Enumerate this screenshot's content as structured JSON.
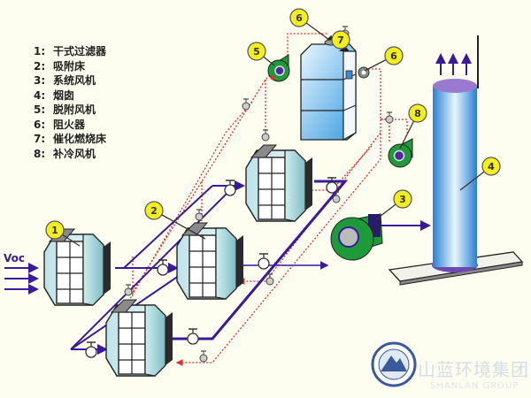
{
  "legend": {
    "items": [
      {
        "num": "1:",
        "label": "干式过滤器"
      },
      {
        "num": "2:",
        "label": "吸附床"
      },
      {
        "num": "3:",
        "label": "系统风机"
      },
      {
        "num": "4:",
        "label": "烟囱"
      },
      {
        "num": "5:",
        "label": "脱附风机"
      },
      {
        "num": "6:",
        "label": "阻火器"
      },
      {
        "num": "7:",
        "label": "催化燃烧床"
      },
      {
        "num": "8:",
        "label": "补冷风机"
      }
    ]
  },
  "inlet_label": "Voc",
  "badges": {
    "b1": "1",
    "b2": "2",
    "b3": "3",
    "b4": "4",
    "b5": "5",
    "b6a": "6",
    "b6b": "6",
    "b7": "7",
    "b8": "8"
  },
  "colors": {
    "background": "#fdfdf0",
    "main_flow": "#3a1a9a",
    "desorption_flow": "#e03030",
    "badge": "#f2ee20",
    "fan": "#1e9a3a",
    "stack": "#4aa8e0"
  },
  "watermark": {
    "company_cn": "山蓝环境集团",
    "company_en": "SHANLAN GROUP"
  }
}
